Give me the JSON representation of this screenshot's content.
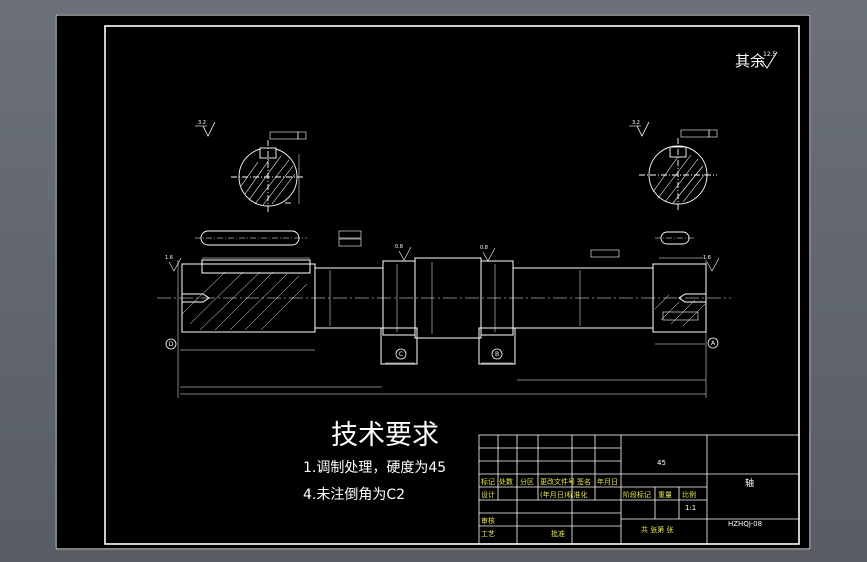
{
  "drawing": {
    "corner_label": "其余",
    "corner_roughness": "12.5",
    "technical_requirements": {
      "title": "技术要求",
      "items": [
        "1.调制处理，硬度为45",
        "4.未注倒角为C2"
      ]
    },
    "title_block": {
      "material": "45",
      "part_name": "轴",
      "drawing_number": "HZHQJ-08",
      "scale": "1:1",
      "labels": {
        "mark": "标记",
        "count": "处数",
        "zone": "分区",
        "change_doc": "更改文件号",
        "sign": "签名",
        "date": "年月日",
        "design": "设计",
        "standardize": "(年月日)标准化",
        "stage_mark": "阶段标记",
        "weight": "重量",
        "ratio": "比例",
        "review": "审核",
        "process": "工艺",
        "approve": "批准",
        "sheets": "共  张第  张"
      }
    },
    "datum_markers": [
      "D",
      "C",
      "B",
      "A"
    ],
    "roughness_values": [
      "3.2",
      "3.2",
      "0.8",
      "0.8",
      "1.6",
      "1.6"
    ]
  }
}
